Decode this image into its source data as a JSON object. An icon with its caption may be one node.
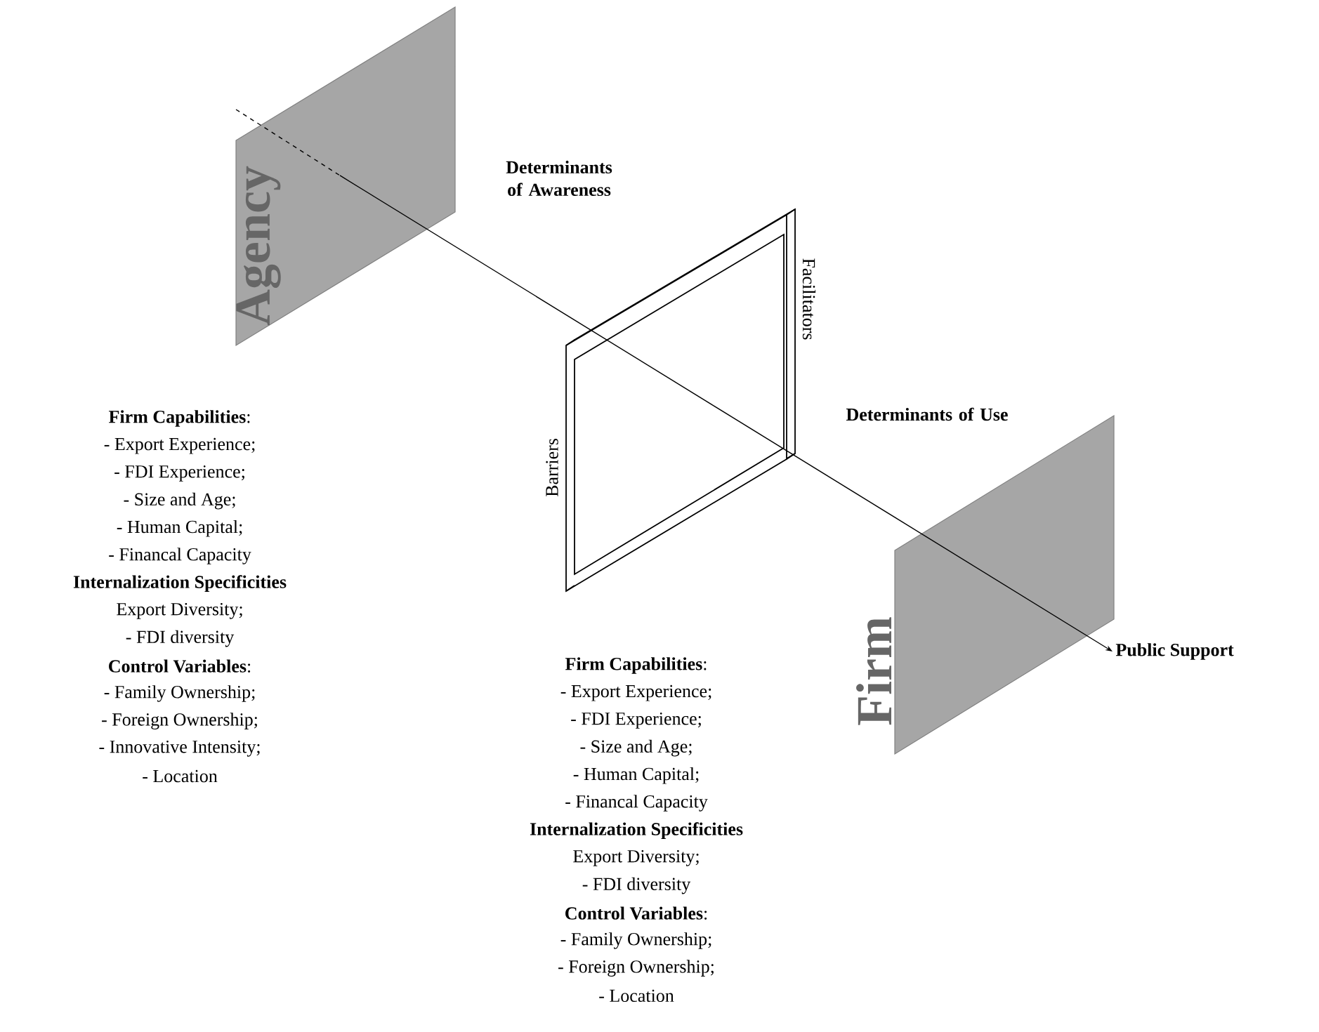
{
  "diagram": {
    "nodes": [
      {
        "text": [
          "Agency"
        ]
      },
      {
        "text": [
          "Barriers",
          "Facilitators"
        ]
      },
      {
        "text": [
          "Firm"
        ]
      },
      {
        "text": [
          "Public Support"
        ]
      }
    ],
    "edges": [
      {
        "from": null,
        "to": 3,
        "arrow": "to"
      }
    ],
    "labels": [
      "Determinants of Awareness",
      "Determinants of Use",
      "**Firm Capabilities**:",
      "- Export Experience;",
      "- FDI Experience;",
      "- Size and Age;",
      "- Human Capital;",
      "- Financal Capacity",
      "Internalization Specificities",
      "Export Diversity;",
      "- FDI diversity",
      "**Control Variables**:",
      "- Family Ownership;",
      "- Foreign Ownership;",
      "- Innovative Intensity;",
      "- Location",
      "**Firm Capabilities**:",
      "- Export Experience;",
      "- FDI Experience;",
      "- Size and Age;",
      "- Human Capital;",
      "- Financal Capacity",
      "Internalization Specificities",
      "Export Diversity;",
      "- FDI diversity",
      "**Control Variables**:",
      "- Family Ownership;",
      "- Foreign Ownership;",
      "- Location"
    ]
  }
}
